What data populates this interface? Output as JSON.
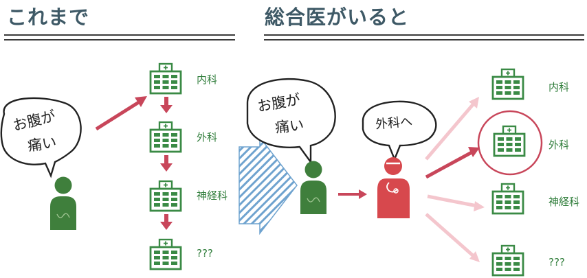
{
  "left_panel": {
    "title": "これまで",
    "bubble": {
      "line1": "お腹が",
      "line2": "痛い"
    },
    "departments": [
      "内科",
      "外科",
      "神経科",
      "???"
    ]
  },
  "right_panel": {
    "title": "総合医がいると",
    "patient_bubble": {
      "line1": "お腹が",
      "line2": "痛い"
    },
    "doctor_bubble": "外科へ",
    "departments": [
      "内科",
      "外科",
      "神経科",
      "???"
    ]
  },
  "colors": {
    "title": "#3e5966",
    "hospital": "#3a8a45",
    "patient": "#3f7f3c",
    "doctor": "#d7484d",
    "arrow": "#c8465a",
    "faded_arrow": "#efb6c0",
    "highlight": "#c8465a",
    "big_arrow": "#6fa3cf",
    "label": "#2f7d3a"
  }
}
